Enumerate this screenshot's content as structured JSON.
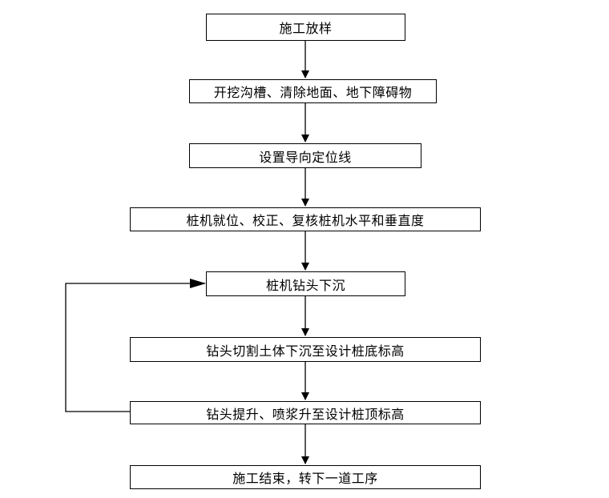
{
  "flowchart": {
    "steps": [
      "施工放样",
      "开挖沟槽、清除地面、地下障碍物",
      "设置导向定位线",
      "桩机就位、校正、复核桩机水平和垂直度",
      "桩机钻头下沉",
      "钻头切割土体下沉至设计桩底标高",
      "钻头提升、喷浆升至设计桩顶标高",
      "施工结束，转下一道工序"
    ]
  }
}
